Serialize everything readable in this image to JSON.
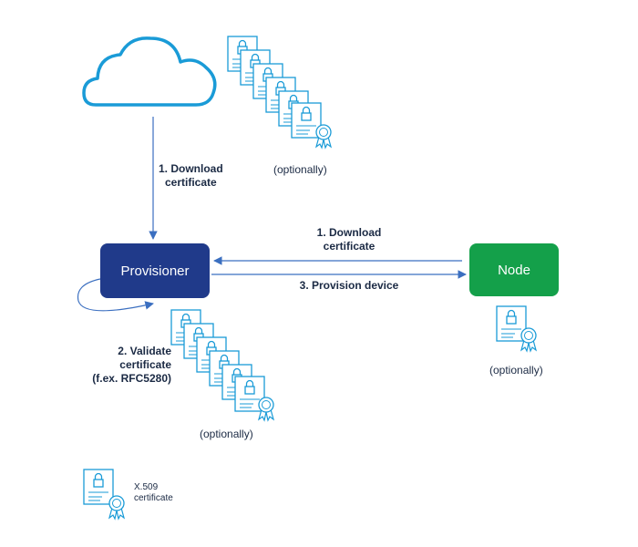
{
  "nodes": {
    "provisioner": {
      "label": "Provisioner",
      "color": "#203a8a"
    },
    "node": {
      "label": "Node",
      "color": "#14a04a"
    }
  },
  "edges": {
    "cloud_download": [
      "1. Download",
      "certificate"
    ],
    "node_download": [
      "1. Download",
      "certificate"
    ],
    "provision": "3. Provision device",
    "validate": [
      "2. Validate",
      "certificate",
      "(f.ex. RFC5280)"
    ]
  },
  "notes": {
    "cloud_optional": "(optionally)",
    "provisioner_optional": "(optionally)",
    "node_optional": "(optionally)"
  },
  "legend": {
    "line1": "X.509",
    "line2": "certificate"
  },
  "icons": {
    "cloud": "cloud-icon",
    "certificate": "certificate-icon",
    "arrow": "arrow-icon"
  },
  "colors": {
    "line": "#3b6fc0",
    "icon": "#1a9bd7"
  }
}
